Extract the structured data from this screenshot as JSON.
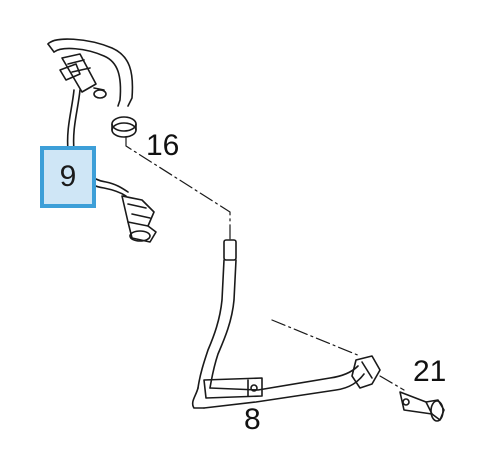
{
  "callouts": {
    "part_9": "9",
    "part_16": "16",
    "part_8": "8",
    "part_21": "21"
  },
  "colors": {
    "highlight_fill": "#cfe6f6",
    "highlight_border": "#3d9fd8",
    "line": "#1a1a1a"
  }
}
